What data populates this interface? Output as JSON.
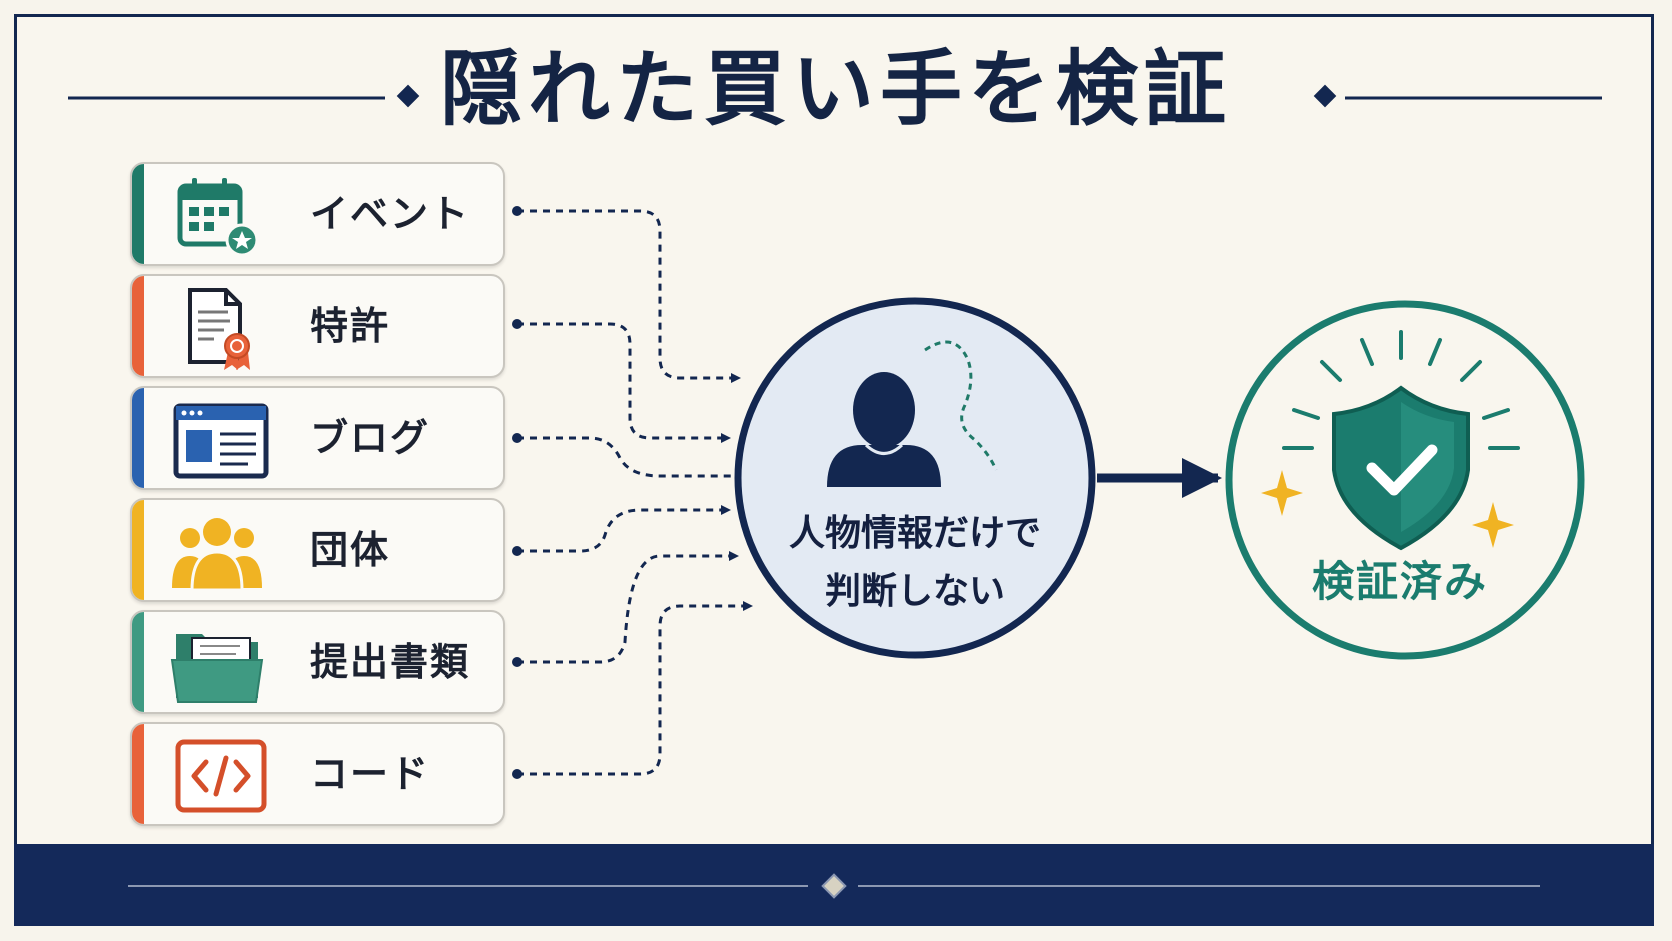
{
  "title": "隠れた買い手を検証",
  "sources": [
    {
      "label": "イベント",
      "icon": "calendar-star-icon",
      "color": "#1f7a68"
    },
    {
      "label": "特許",
      "icon": "document-award-icon",
      "color": "#e8623a"
    },
    {
      "label": "ブログ",
      "icon": "browser-window-icon",
      "color": "#2a62b0"
    },
    {
      "label": "団体",
      "icon": "people-group-icon",
      "color": "#f0b323"
    },
    {
      "label": "提出書類",
      "icon": "folder-icon",
      "color": "#3f9a82"
    },
    {
      "label": "コード",
      "icon": "code-brackets-icon",
      "color": "#e8623a"
    }
  ],
  "center": {
    "line1": "人物情報だけで",
    "line2": "判断しない"
  },
  "result": {
    "label": "検証済み"
  },
  "colors": {
    "navy": "#142444",
    "teal": "#1b7c6e",
    "gold": "#f0b323"
  }
}
